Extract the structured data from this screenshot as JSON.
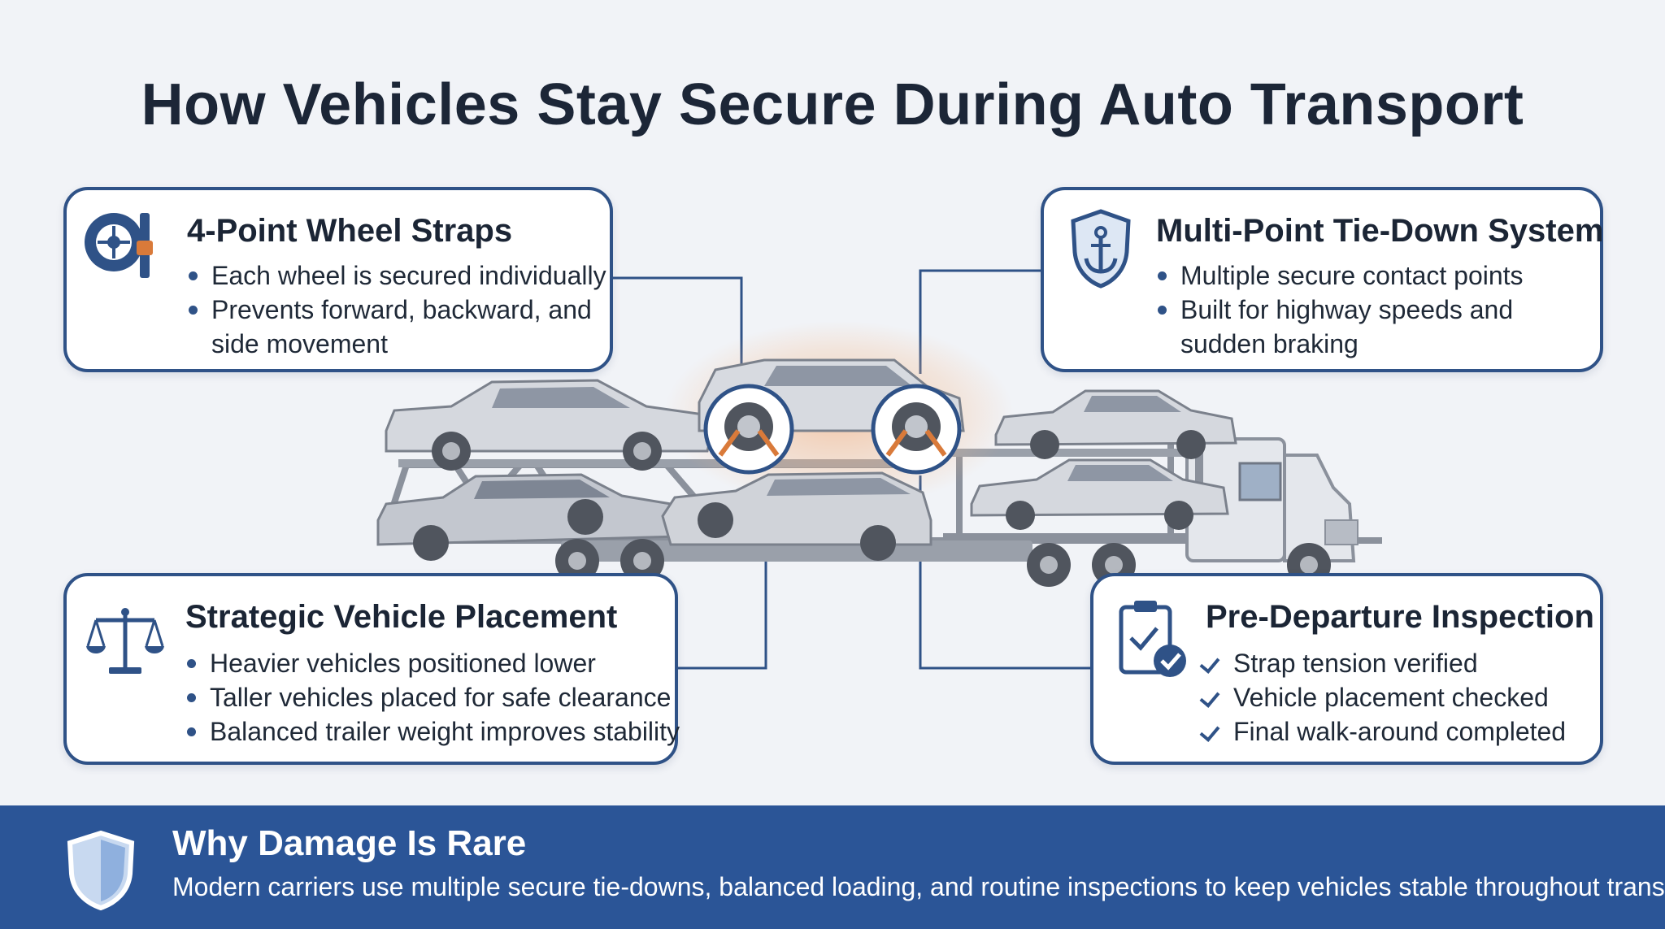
{
  "title": "How Vehicles Stay Secure During Auto Transport",
  "cards": {
    "wheel_straps": {
      "heading": "4-Point Wheel Straps",
      "icon": "wheel-strap-icon",
      "items": [
        "Each wheel is secured individually",
        "Prevents forward, backward, and",
        "side movement"
      ]
    },
    "tie_down": {
      "heading": "Multi-Point Tie-Down System",
      "icon": "anchor-shield-icon",
      "items": [
        "Multiple secure contact points",
        "Built for highway speeds and",
        "sudden braking"
      ]
    },
    "placement": {
      "heading": "Strategic Vehicle Placement",
      "icon": "balance-scale-icon",
      "items": [
        "Heavier vehicles positioned lower",
        "Taller vehicles placed for safe clearance",
        "Balanced trailer weight improves stability"
      ]
    },
    "inspection": {
      "heading": "Pre-Departure Inspection",
      "icon": "clipboard-check-icon",
      "items": [
        "Strap tension verified",
        "Vehicle placement checked",
        "Final walk-around completed"
      ]
    }
  },
  "banner": {
    "heading": "Why Damage Is Rare",
    "text": "Modern carriers use multiple secure tie-downs, balanced loading, and routine inspections to keep vehicles stable throughout transport.",
    "icon": "shield-icon"
  },
  "colors": {
    "navy": "#2f5287",
    "banner": "#2b5597",
    "background": "#f1f3f7",
    "strap": "#d97a3a",
    "vehicle": "#c9ccd3"
  }
}
